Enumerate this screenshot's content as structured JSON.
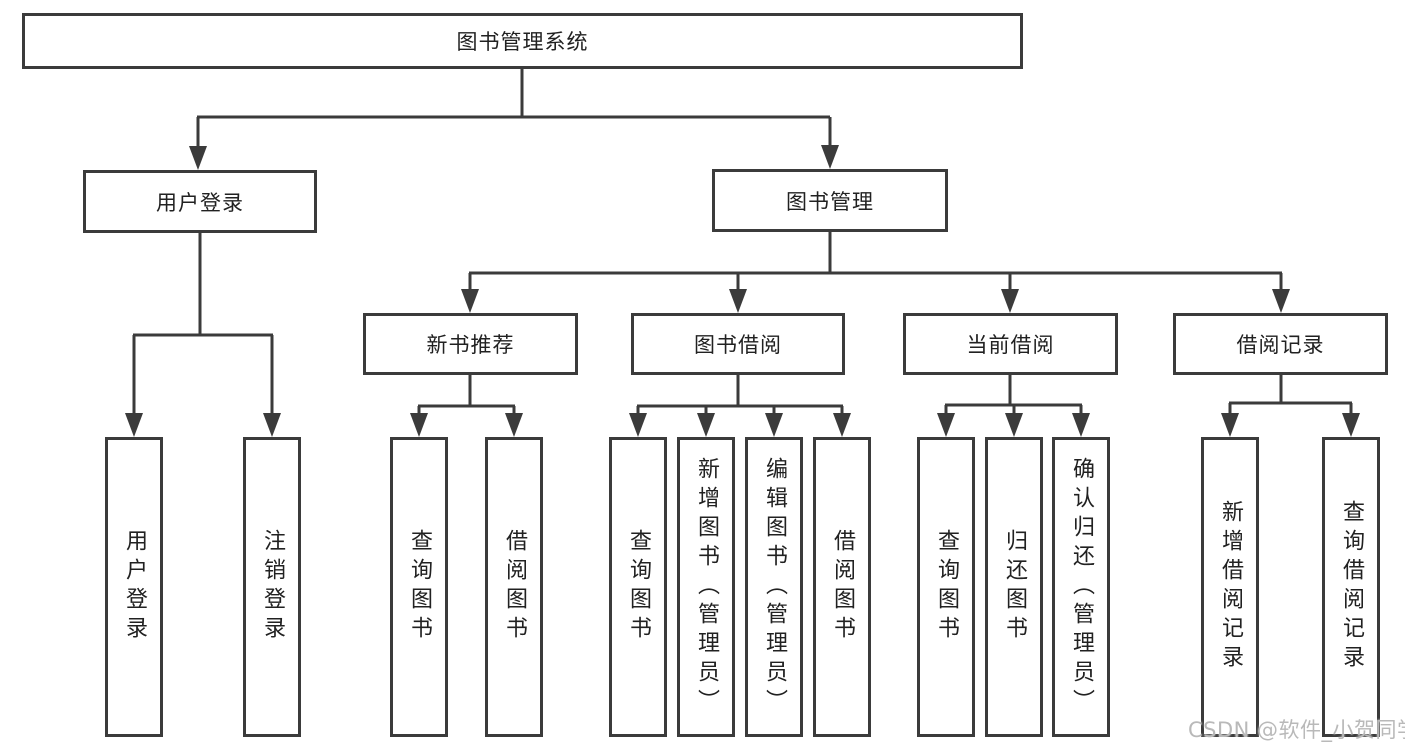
{
  "root": {
    "label": "图书管理系统"
  },
  "level2": [
    {
      "label": "用户登录"
    },
    {
      "label": "图书管理"
    }
  ],
  "level3": [
    {
      "label": "新书推荐"
    },
    {
      "label": "图书借阅"
    },
    {
      "label": "当前借阅"
    },
    {
      "label": "借阅记录"
    }
  ],
  "leaves": {
    "login": [
      {
        "label": "用户登录"
      },
      {
        "label": "注销登录"
      }
    ],
    "recommend": [
      {
        "label": "查询图书"
      },
      {
        "label": "借阅图书"
      }
    ],
    "borrow": [
      {
        "label": "查询图书"
      },
      {
        "label": "新增图书（管理员）"
      },
      {
        "label": "编辑图书（管理员）"
      },
      {
        "label": "借阅图书"
      }
    ],
    "current": [
      {
        "label": "查询图书"
      },
      {
        "label": "归还图书"
      },
      {
        "label": "确认归还（管理员）"
      }
    ],
    "records": [
      {
        "label": "新增借阅记录"
      },
      {
        "label": "查询借阅记录"
      }
    ]
  },
  "watermark": "CSDN @软件_小贺同学",
  "colors": {
    "line": "#3b3b3b",
    "text": "#212121",
    "watermark": "#b9b9b9",
    "background": "#ffffff"
  }
}
